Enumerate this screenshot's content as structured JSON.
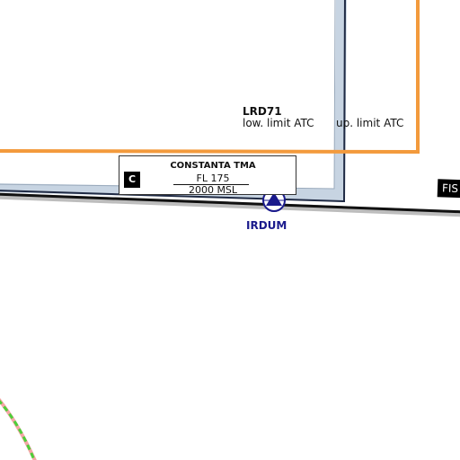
{
  "colors": {
    "airspace_boundary": "#f39a3c",
    "tma_fill": "#c7d4e2",
    "tma_border": "#1f2a44",
    "fir_line": "#111111",
    "waypoint": "#1a1a8c",
    "arc_green": "#4ccf39",
    "arc_pink": "#f4a6a6"
  },
  "restricted_area": {
    "name": "LRD71",
    "lower_limit": "low. limit ATC",
    "upper_limit": "up. limit ATC"
  },
  "tma": {
    "class": "C",
    "name": "CONSTANTA TMA",
    "upper": "FL 175",
    "lower": "2000 MSL"
  },
  "fir_label": "FIS",
  "waypoint": {
    "name": "IRDUM",
    "icon": "compulsory-reporting-point-icon"
  }
}
